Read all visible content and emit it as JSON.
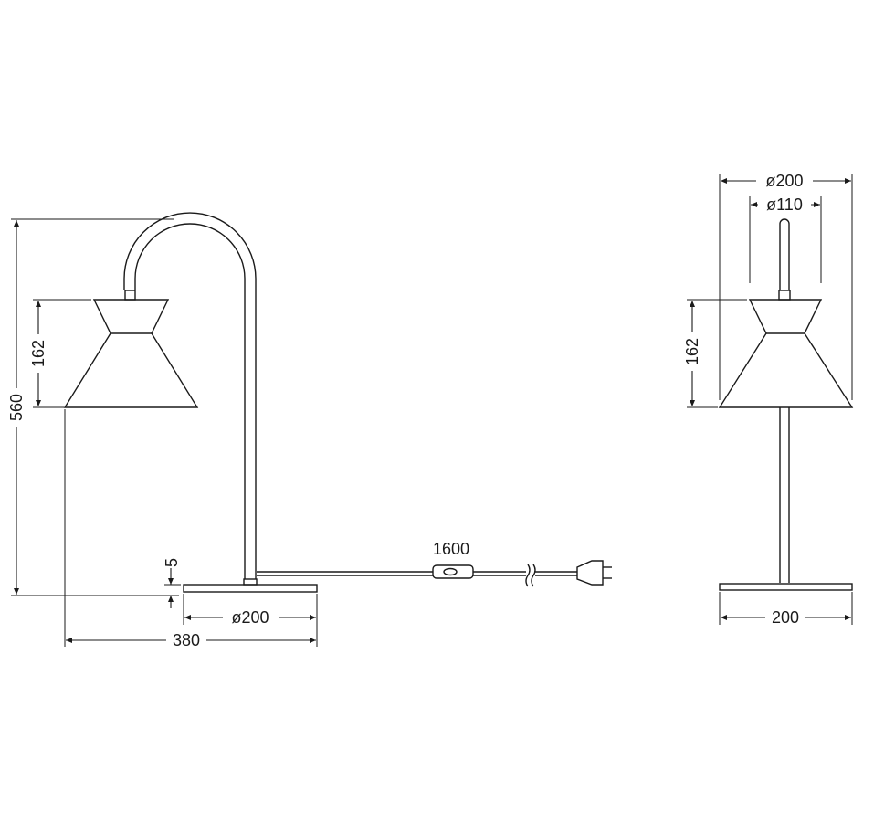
{
  "side_view": {
    "total_height": "560",
    "shade_height": "162",
    "base_thickness": "5",
    "base_diameter": "ø200",
    "total_depth": "380",
    "cable_length": "1600"
  },
  "front_view": {
    "shade_diameter": "ø200",
    "shade_top_diameter": "ø110",
    "shade_height": "162",
    "base_width": "200"
  }
}
